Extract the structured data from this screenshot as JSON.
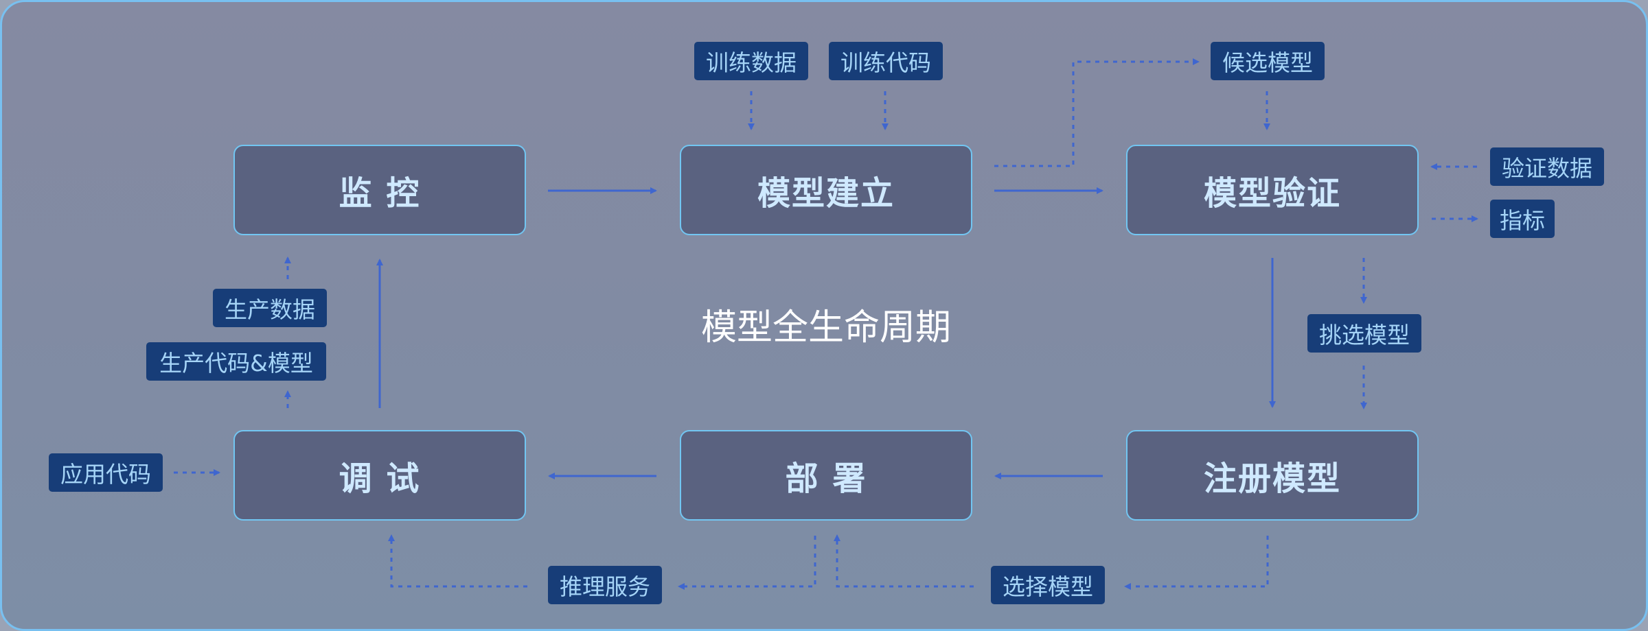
{
  "diagram": {
    "title": "模型全生命周期",
    "colors": {
      "node_fill": "#5a6280",
      "node_border": "#72c6f2",
      "tag_fill": "#173d78",
      "arrow": "#3f66cf"
    },
    "nodes": {
      "monitor": "监 控",
      "build": "模型建立",
      "validate": "模型验证",
      "debug": "调 试",
      "deploy": "部 署",
      "register": "注册模型"
    },
    "tags": {
      "train_data": "训练数据",
      "train_code": "训练代码",
      "candidate_model": "候选模型",
      "validation_data": "验证数据",
      "metrics": "指标",
      "pick_model": "挑选模型",
      "production_data": "生产数据",
      "production_code_model": "生产代码&模型",
      "app_code": "应用代码",
      "inference_service": "推理服务",
      "select_model": "选择模型"
    }
  }
}
